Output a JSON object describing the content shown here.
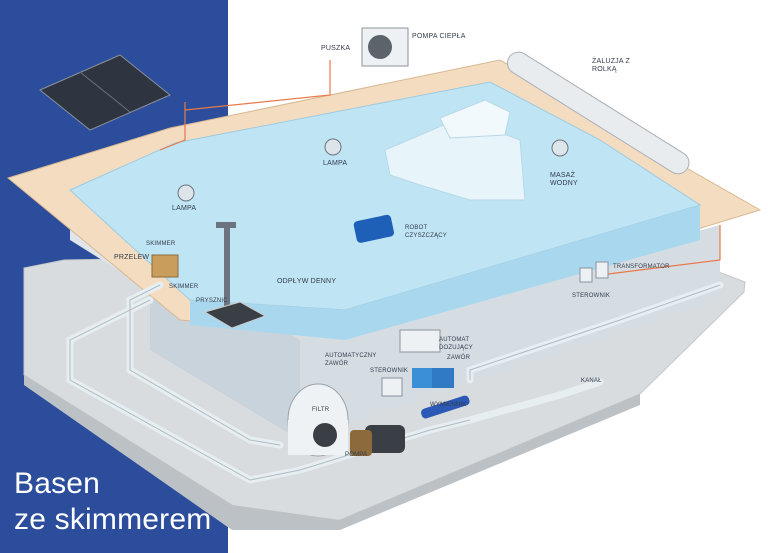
{
  "title": {
    "line1": "Basen",
    "line2": "ze skimmerem"
  },
  "labels": {
    "puszka": "PUSZKA",
    "pompa_ciepla": "POMPA CIEPŁA",
    "zaluzja": "ŻALUZJA Z ROLKĄ",
    "lampa_1": "LAMPA",
    "lampa_2": "LAMPA",
    "robot": "ROBOT CZYSZCZĄCY",
    "masaz": "MASAŻ WODNY",
    "skimmer": "SKIMMER",
    "przelew": "PRZELEW",
    "skimmer_2": "SKIMMER",
    "prysznic": "PRYSZNIC",
    "odplyw": "ODPŁYW DENNY",
    "transformator": "TRANSFORMATOR",
    "sterownik_1": "STEROWNIK",
    "automat": "AUTOMAT DOZUJĄCY",
    "automatyczny_zawor": "AUTOMATYCZNY ZAWÓR",
    "zawor": "ZAWÓR",
    "sterownik_2": "STEROWNIK",
    "filtr": "FILTR",
    "wymiennik": "WYMIENNIK",
    "kanal": "KANAŁ",
    "pompa": "POMPA"
  },
  "colors": {
    "band": "#2b4d9b",
    "water": "#bfe4f4",
    "coping": "#f3dcc0",
    "pipe": "#e6eef2",
    "wire": "#e8794a"
  }
}
